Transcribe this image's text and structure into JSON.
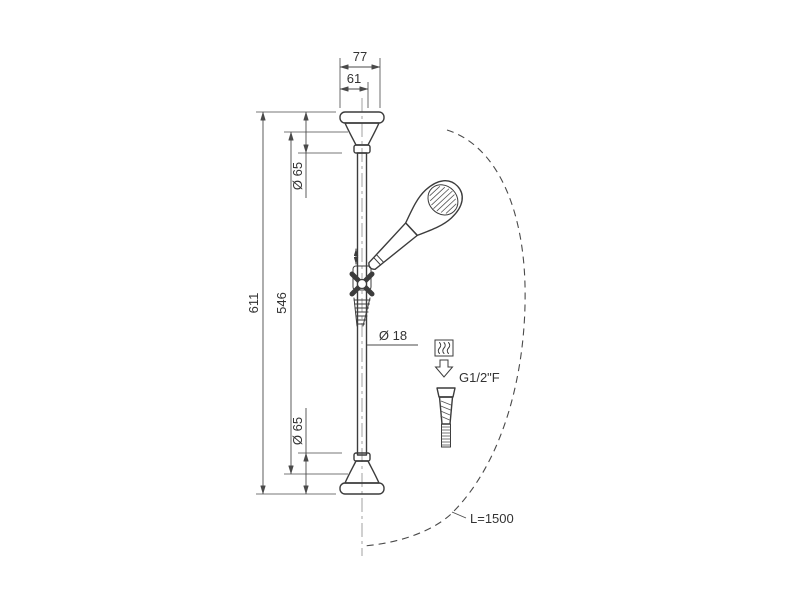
{
  "page": {
    "background": "#ffffff",
    "line_color": "#3c3c3c",
    "dimension_color": "#4a4a4a"
  },
  "drawing": {
    "labels": {
      "dim_77": "77",
      "dim_61": "61",
      "dim_611": "611",
      "dim_546": "546",
      "dia_65_top": "Ø 65",
      "dia_65_bottom": "Ø 65",
      "dia_18": "Ø 18",
      "thread": "G1/2\"F",
      "hose_length": "L=1500"
    },
    "icons": {
      "water_outlet": "shower-spray-symbol",
      "flow_direction": "hollow-down-arrow",
      "slide_direction": "up-down-arrow"
    }
  }
}
